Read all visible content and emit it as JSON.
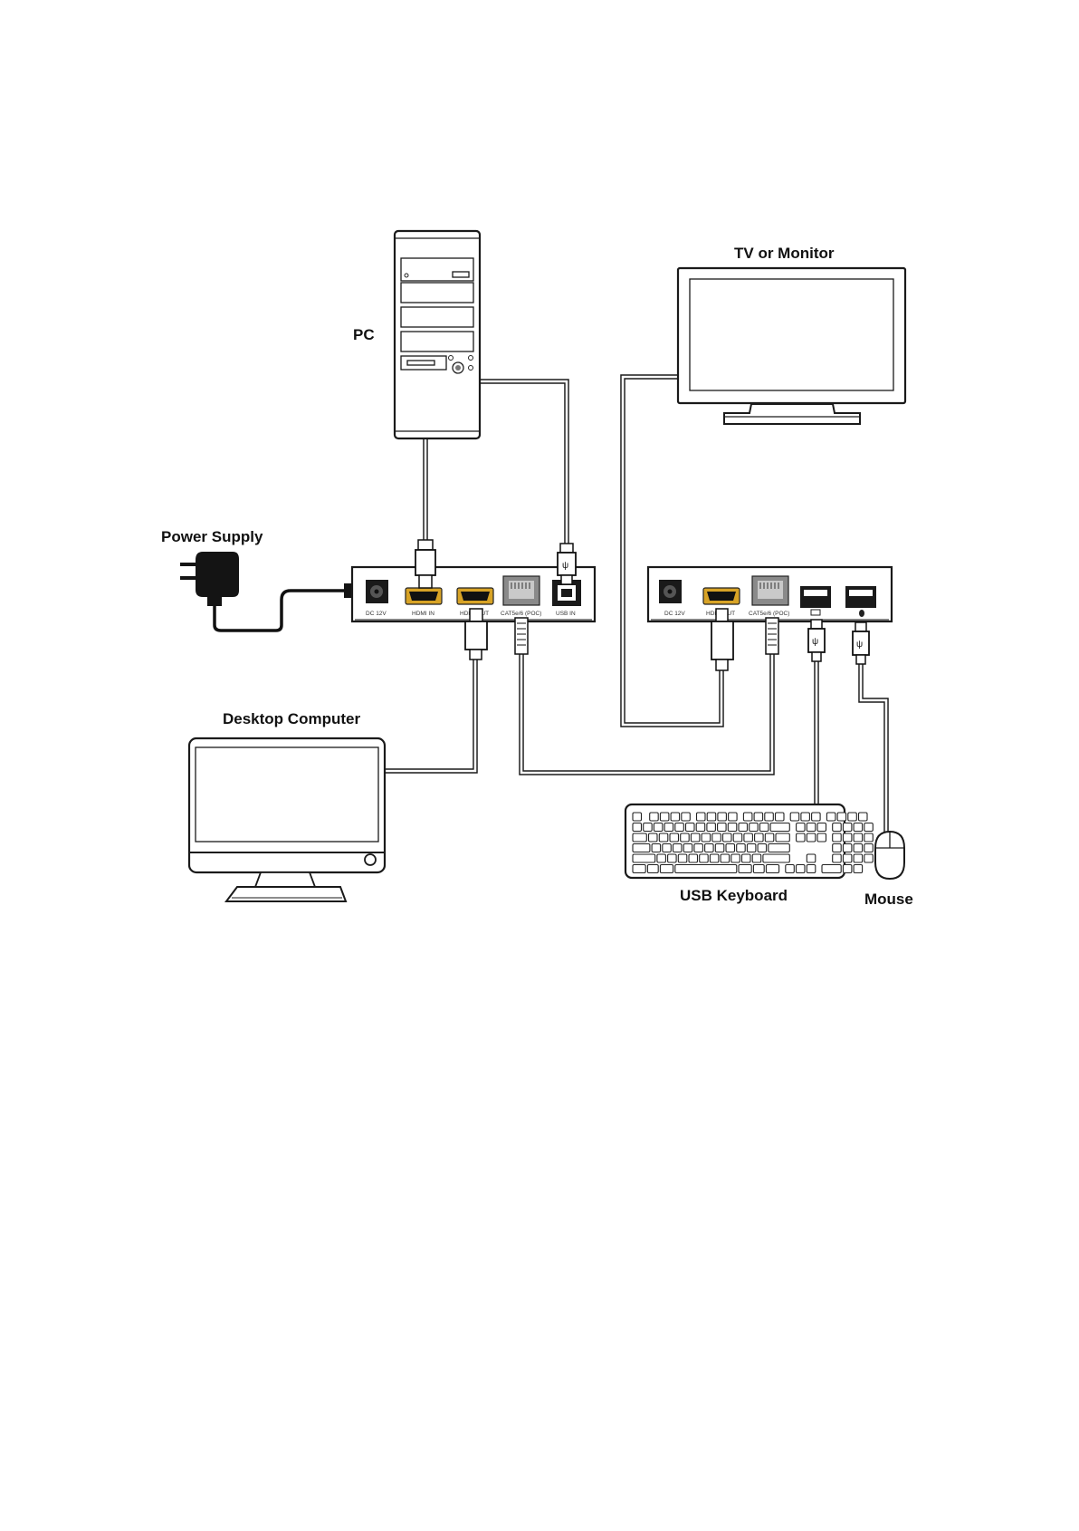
{
  "labels": {
    "pc": "PC",
    "tv_monitor": "TV or Monitor",
    "power_supply": "Power  Supply",
    "desktop_computer": "Desktop Computer",
    "usb_keyboard": "USB Keyboard",
    "mouse": "Mouse"
  },
  "transmitter": {
    "ports": {
      "dc": "DC 12V",
      "hdmi_in": "HDMI IN",
      "hdmi_out": "HDMI OUT",
      "cat": "CAT5e/6 (POC)",
      "usb_in": "USB IN"
    }
  },
  "receiver": {
    "ports": {
      "dc": "DC 12V",
      "hdmi_out": "HDMI OUT",
      "cat": "CAT5e/6 (POC)"
    }
  },
  "colors": {
    "hdmi_port": "#d8a326",
    "line": "#1a1a1a"
  }
}
